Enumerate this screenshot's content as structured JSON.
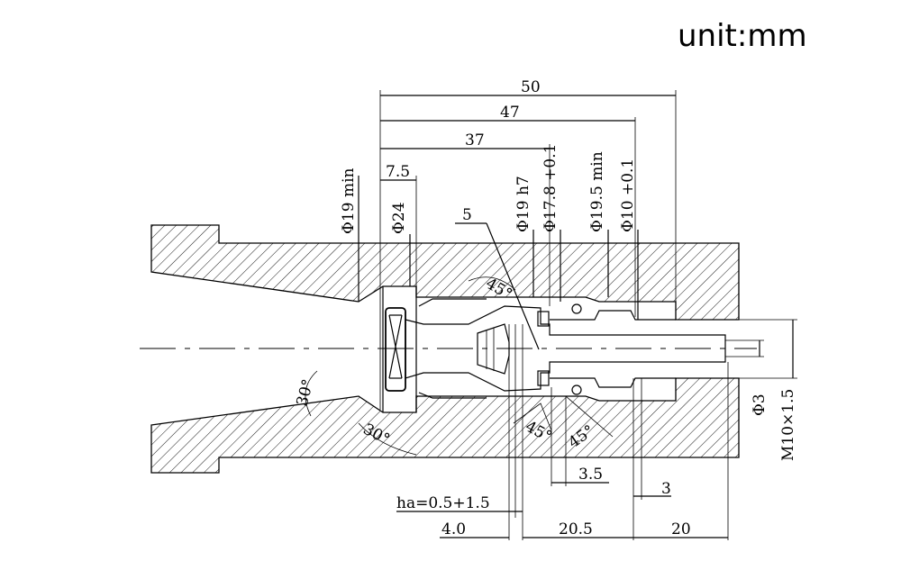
{
  "unit_label": "unit:mm",
  "dimensions": {
    "len_50": "50",
    "len_47": "47",
    "len_37": "37",
    "len_7_5": "7.5",
    "dia_19_min": "Φ19 min",
    "dia_24": "Φ24",
    "dia_19_h7": "Φ19 h7",
    "dia_17_8": "Φ17.8 +0.1",
    "dia_19_5_min": "Φ19.5 min",
    "dia_10": "Φ10 +0.1",
    "label_5": "5",
    "angle_45_top": "45°",
    "angle_30_left": "30°",
    "angle_30_bottom": "30°",
    "angle_45_mid": "45°",
    "angle_45_right": "45°",
    "len_3_5": "3.5",
    "len_3": "3",
    "ha": "ha=0.5+1.5",
    "len_4_0": "4.0",
    "len_20_5": "20.5",
    "len_20": "20",
    "dia_3": "Φ3",
    "thread_m10": "M10×1.5"
  }
}
